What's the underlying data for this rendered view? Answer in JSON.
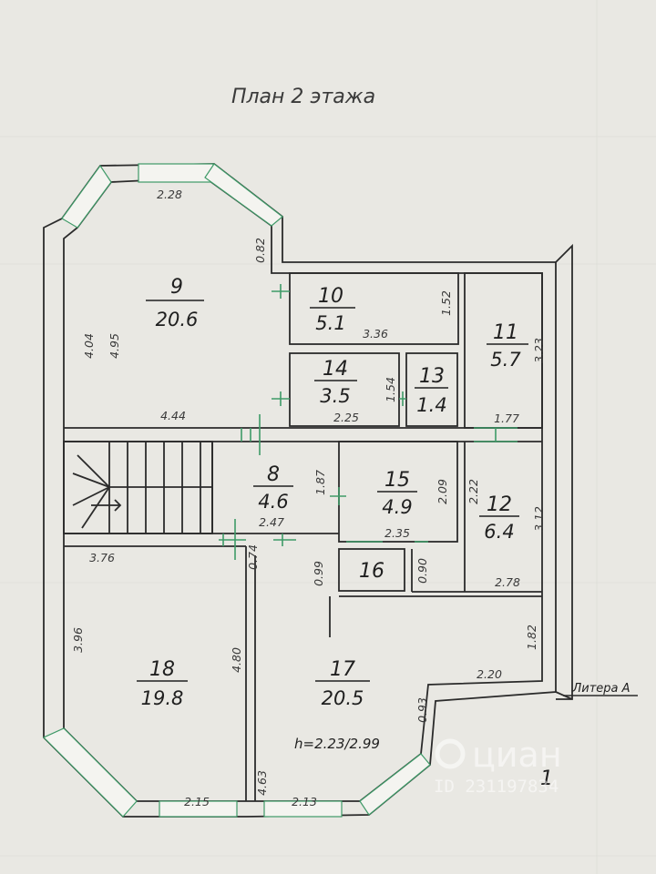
{
  "title": "План 2 этажа",
  "rooms": [
    {
      "num": "9",
      "area": "20.6"
    },
    {
      "num": "10",
      "area": "5.1"
    },
    {
      "num": "11",
      "area": "5.7"
    },
    {
      "num": "14",
      "area": "3.5"
    },
    {
      "num": "13",
      "area": "1.4"
    },
    {
      "num": "8",
      "area": "4.6"
    },
    {
      "num": "15",
      "area": "4.9"
    },
    {
      "num": "12",
      "area": "6.4"
    },
    {
      "num": "16",
      "area": ""
    },
    {
      "num": "18",
      "area": "19.8"
    },
    {
      "num": "17",
      "area": "20.5"
    }
  ],
  "dimensions": [
    "2.28",
    "0.82",
    "4.04",
    "4.95",
    "1.52",
    "3.36",
    "3.23",
    "1.54",
    "2.25",
    "4.44",
    "1.77",
    "1.87",
    "2.09",
    "2.22",
    "3.12",
    "2.47",
    "2.35",
    "3.76",
    "0.74",
    "0.99",
    "0.90",
    "2.78",
    "1.82",
    "3.96",
    "4.80",
    "2.20",
    "0.93",
    "4.63",
    "2.15",
    "2.13"
  ],
  "height_note": "h=2.23/2.99",
  "litera_label": "Литера А",
  "floor_number": "1",
  "watermark": {
    "brand": "циан",
    "id": "ID 231197834"
  },
  "colors": {
    "walls": "#2b2b2b",
    "openings": "#3f9a68",
    "paper": "#e9e8e3"
  }
}
